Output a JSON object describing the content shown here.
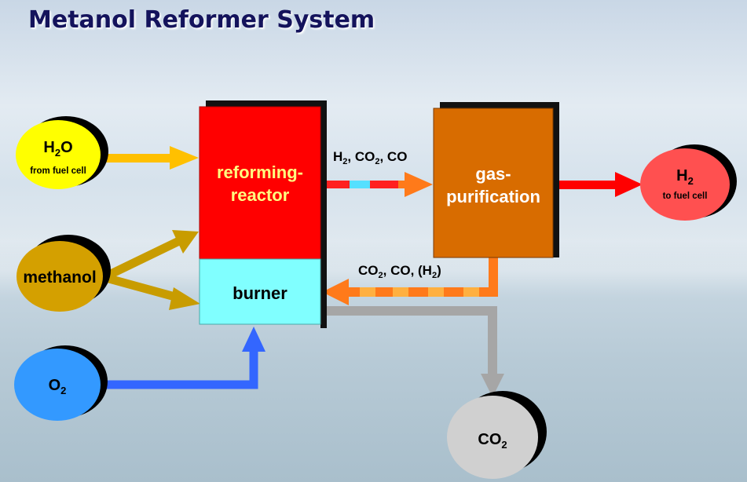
{
  "title": "Metanol Reformer System",
  "nodes": {
    "h2o": {
      "main": "H",
      "sub": "2",
      "tail": "O",
      "caption": "from fuel cell"
    },
    "methanol": {
      "label": "methanol"
    },
    "o2": {
      "main": "O",
      "sub": "2"
    },
    "reactor": {
      "line1": "reforming-",
      "line2": "reactor"
    },
    "burner": {
      "label": "burner"
    },
    "purification": {
      "line1": "gas-",
      "line2": "purification"
    },
    "h2_out": {
      "main": "H",
      "sub": "2",
      "caption": "to fuel cell"
    },
    "co2_out": {
      "main": "CO",
      "sub": "2"
    }
  },
  "flows": {
    "reformate": {
      "a": "H",
      "a_sub": "2",
      "b": ", CO",
      "b_sub": "2",
      "c": ", CO"
    },
    "offgas": {
      "a": "CO",
      "a_sub": "2",
      "b": ", CO, (H",
      "b_sub": "2",
      "c": ")"
    }
  },
  "colors": {
    "h2o": "#ffff00",
    "methanol": "#d4a000",
    "o2": "#3399ff",
    "reactor": "#ff0000",
    "burner": "#80ffff",
    "purification": "#d86c00",
    "h2_out": "#ff5050",
    "co2_out": "#d0d0d0",
    "title": "#14135c"
  }
}
